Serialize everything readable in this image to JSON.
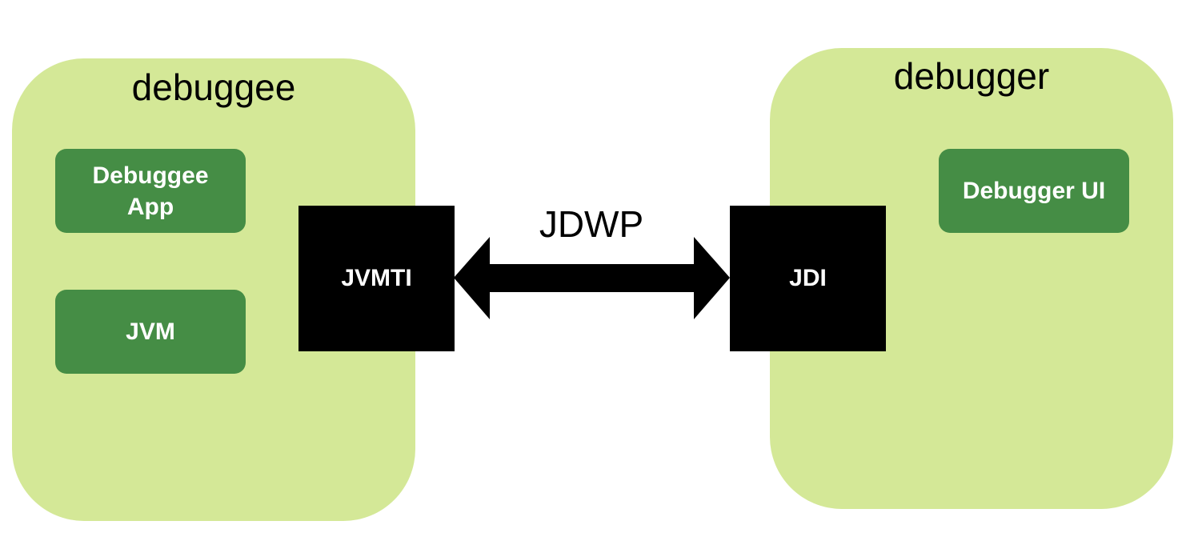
{
  "debuggee": {
    "title": "debuggee",
    "app_label": "Debuggee App",
    "jvm_label": "JVM",
    "agent_label": "JVMTI"
  },
  "debugger": {
    "title": "debugger",
    "ui_label": "Debugger UI",
    "interface_label": "JDI"
  },
  "protocol": {
    "label": "JDWP"
  },
  "colors": {
    "container_fill": "#d4e897",
    "component_fill": "#458d45",
    "interface_fill": "#000000",
    "component_text": "#ffffff",
    "arrow": "#000000"
  }
}
